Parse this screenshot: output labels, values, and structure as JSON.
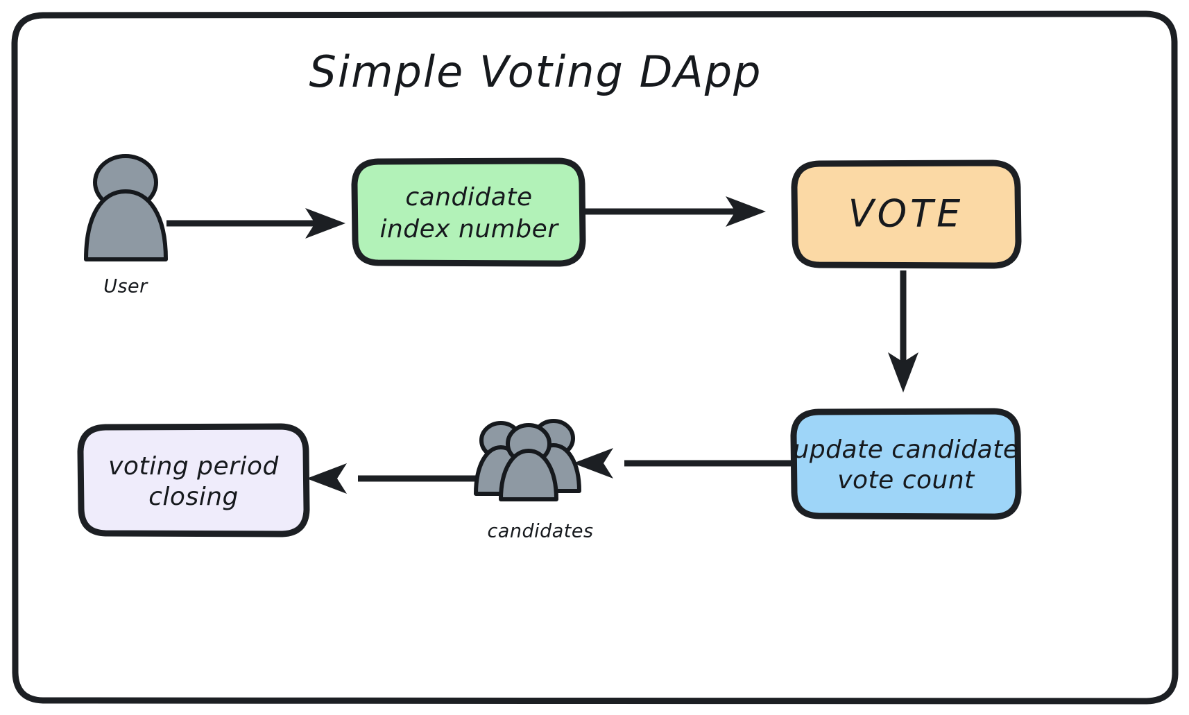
{
  "diagram": {
    "title": "Simple Voting DApp",
    "frame": {
      "border_color": "#1c1f23",
      "background": "#ffffff"
    },
    "nodes": [
      {
        "id": "user",
        "kind": "actor-icon",
        "icon": "person-icon",
        "label": "User",
        "fill": "#8e99a3",
        "stroke": "#16191d"
      },
      {
        "id": "candidate-index",
        "kind": "process-box",
        "line1": "candidate",
        "line2": "index number",
        "fill": "#b2f2b8",
        "stroke": "#1c1f23"
      },
      {
        "id": "vote",
        "kind": "process-box",
        "line1": "VOTE",
        "line2": "",
        "fill": "#fbd9a5",
        "stroke": "#1c1f23"
      },
      {
        "id": "update-count",
        "kind": "process-box",
        "line1": "update candidate",
        "line2": "vote count",
        "fill": "#9ed5f8",
        "stroke": "#1c1f23"
      },
      {
        "id": "candidates",
        "kind": "actor-icon",
        "icon": "people-group-icon",
        "label": "candidates",
        "fill": "#8e99a3",
        "stroke": "#16191d"
      },
      {
        "id": "voting-period-closing",
        "kind": "process-box",
        "line1": "voting period",
        "line2": "closing",
        "fill": "#efecfb",
        "stroke": "#1c1f23"
      }
    ],
    "edges": [
      {
        "id": "e1",
        "from": "user",
        "to": "candidate-index",
        "direction": "right",
        "label": ""
      },
      {
        "id": "e2",
        "from": "candidate-index",
        "to": "vote",
        "direction": "right",
        "label": ""
      },
      {
        "id": "e3",
        "from": "vote",
        "to": "update-count",
        "direction": "down",
        "label": ""
      },
      {
        "id": "e4",
        "from": "update-count",
        "to": "candidates",
        "direction": "left",
        "label": ""
      },
      {
        "id": "e5",
        "from": "candidates",
        "to": "voting-period-closing",
        "direction": "left",
        "label": ""
      }
    ]
  }
}
